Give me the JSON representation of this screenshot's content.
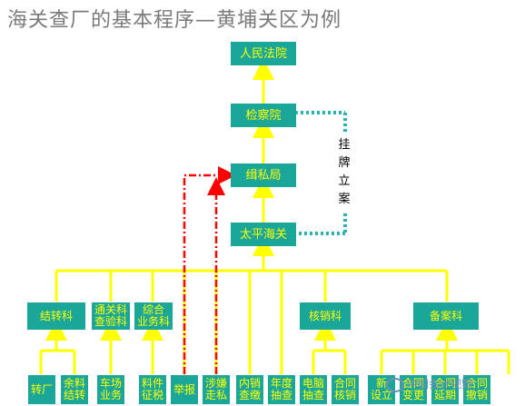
{
  "title": "海关查厂的基本程序—黄埔关区为例",
  "nodes": {
    "court": "人民法院",
    "procuratorate": "检察院",
    "anti_smuggling": "缉私局",
    "taiping_customs": "太平海关",
    "jiezhuan": "结转科",
    "tongguan": "通关科\n查验科",
    "zonghe": "综合\n业务科",
    "hexiao": "核销科",
    "beian": "备案科",
    "zhuanchang": "转厂",
    "yuliao": "余料\n结转",
    "chechang": "车场\n业务",
    "liaojian": "料件\n征税",
    "jubao": "举报",
    "shezou": "涉嫌\n走私",
    "neixiao": "内销\n查缴",
    "niandu": "年度\n抽查",
    "diannao": "电脑\n抽查",
    "hetong": "合同\n核销",
    "xinshe": "新\n设立",
    "b2": "合同\n变更",
    "b3": "合同\n延期",
    "b4": "合同\n撤销"
  },
  "vertical_label": "挂牌立案",
  "watermark": "中国会计视野"
}
